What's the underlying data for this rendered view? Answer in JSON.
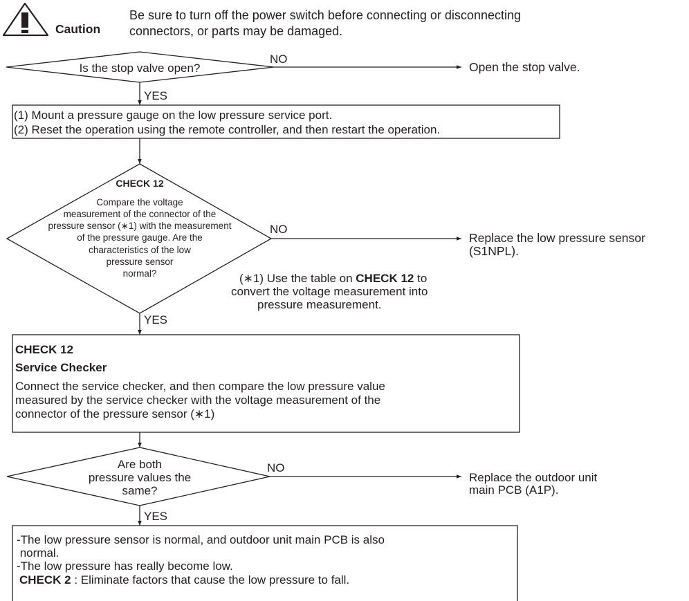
{
  "caution": {
    "label": "Caution",
    "text_line1": "Be sure to turn off the power switch before connecting or disconnecting",
    "text_line2": "connectors, or parts may be damaged."
  },
  "decision1": {
    "question": "Is the stop valve open?",
    "no_label": "NO",
    "yes_label": "YES",
    "no_action": "Open the stop valve."
  },
  "step1": {
    "line1": "(1) Mount a pressure gauge on the low pressure service port.",
    "line2": "(2) Reset the operation using the remote controller, and then restart the operation."
  },
  "decision2": {
    "title": "CHECK 12",
    "lines": [
      "Compare the voltage",
      "measurement of the connector of the",
      "pressure sensor (∗1) with the measurement",
      "of the pressure gauge. Are the",
      "characteristics of the low",
      "pressure sensor",
      "normal?"
    ],
    "no_label": "NO",
    "yes_label": "YES",
    "no_action_line1": "Replace the low pressure sensor",
    "no_action_line2": "(S1NPL).",
    "note_prefix": "(∗1) Use the table on ",
    "note_bold": "CHECK 12",
    "note_suffix": " to",
    "note_line2": "convert the voltage measurement into",
    "note_line3": "pressure measurement."
  },
  "step2": {
    "title": "CHECK 12",
    "subtitle": "Service Checker",
    "line1": "Connect the service checker, and then compare the low pressure value",
    "line2": "measured by the service checker with the voltage measurement of the",
    "line3": "connector of the pressure sensor (∗1)"
  },
  "decision3": {
    "line1": "Are both",
    "line2": "pressure values the",
    "line3": "same?",
    "no_label": "NO",
    "yes_label": "YES",
    "no_action_line1": "Replace the outdoor unit",
    "no_action_line2": "main PCB (A1P)."
  },
  "result": {
    "line1": "-The low pressure sensor is normal, and outdoor unit main PCB is also",
    "line2": " normal.",
    "line3": "-The low pressure has really become low.",
    "check_bold": "CHECK 2",
    "check_text": " : Eliminate factors that cause the low pressure to fall."
  }
}
